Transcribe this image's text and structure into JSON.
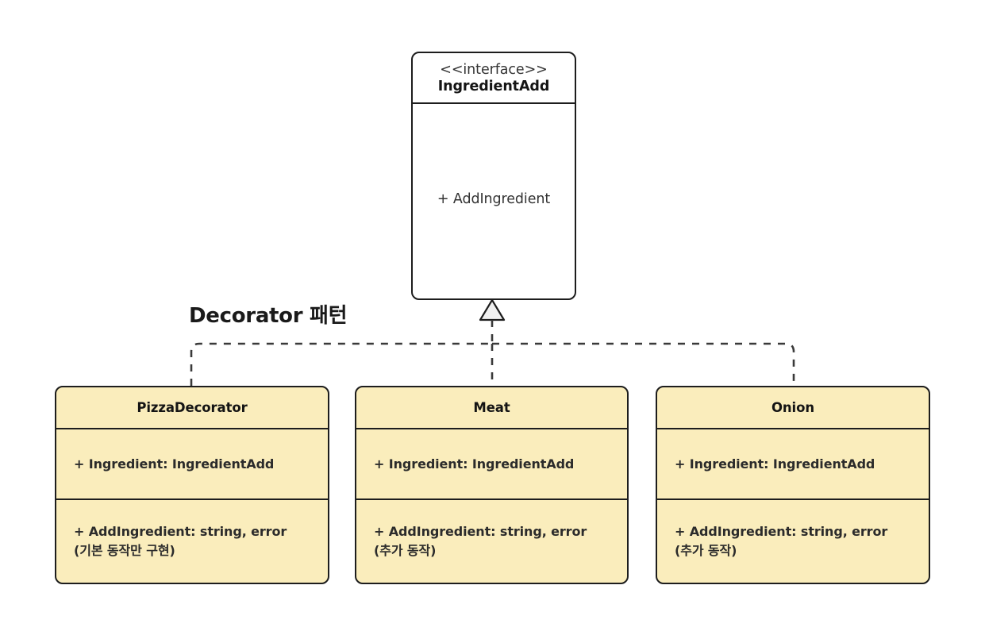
{
  "diagram": {
    "title": "Decorator 패턴",
    "kind": "uml-class-diagram",
    "background_color": "#ffffff",
    "line_color": "#1d1d1d",
    "node_fill_color": "#faedbc",
    "interface_fill_color": "#ffffff"
  },
  "interface": {
    "stereotype": "<<interface>>",
    "name": "IngredientAdd",
    "method": "+ AddIngredient"
  },
  "classes": [
    {
      "name": "PizzaDecorator",
      "attribute": "+ Ingredient: IngredientAdd",
      "method_line1": "+ AddIngredient: string, error",
      "method_line2": "(기본 동작만 구현)"
    },
    {
      "name": "Meat",
      "attribute": "+ Ingredient: IngredientAdd",
      "method_line1": "+ AddIngredient: string, error",
      "method_line2": "(추가 동작)"
    },
    {
      "name": "Onion",
      "attribute": "+ Ingredient: IngredientAdd",
      "method_line1": "+ AddIngredient: string, error",
      "method_line2": "(추가 동작)"
    }
  ],
  "relationships": {
    "type": "realization",
    "arrow": "hollow-triangle",
    "line_style": "dashed",
    "from": [
      "PizzaDecorator",
      "Meat",
      "Onion"
    ],
    "to": "IngredientAdd"
  }
}
